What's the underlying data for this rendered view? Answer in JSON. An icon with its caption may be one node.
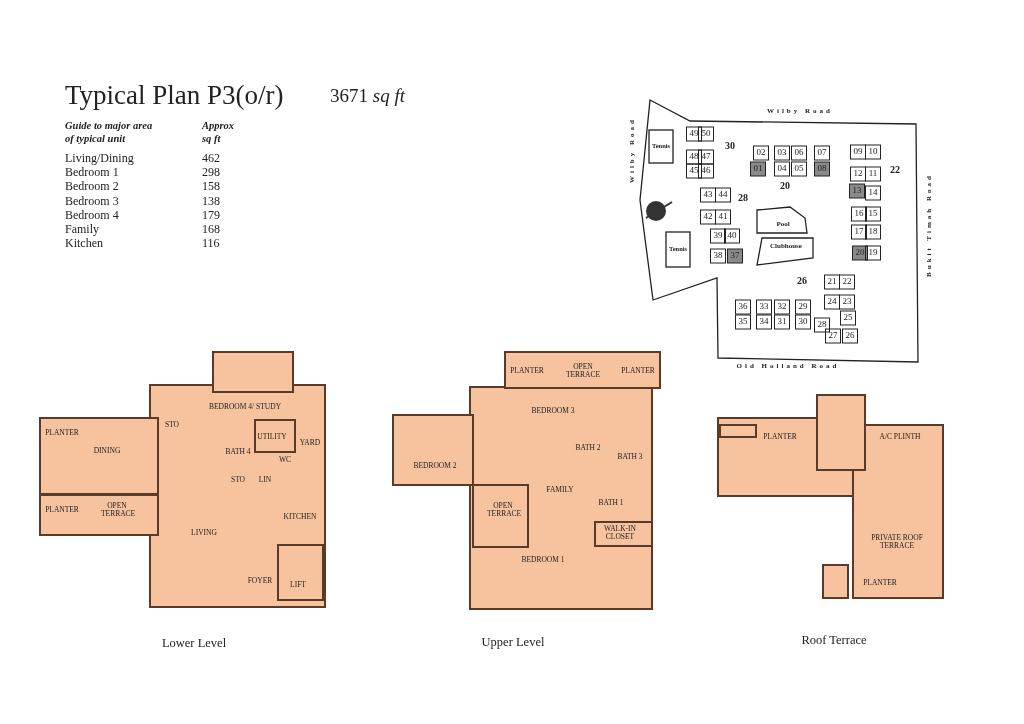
{
  "diagram": {
    "title": "Typical Plan P3(o/r)",
    "labels": [
      "3671 *sq ft*",
      "Guide to major area of typical unit",
      "Approx sq ft",
      "Living/Dining",
      "462",
      "Bedroom 1",
      "298",
      "Bedroom 2",
      "158",
      "Bedroom 3",
      "138",
      "Bedroom 4",
      "179",
      "Family",
      "168",
      "Kitchen",
      "116",
      "Wilby Road",
      "Wilby Road",
      "Bukit Timah Road",
      "49",
      "50",
      "Tennis",
      "30",
      "02",
      "03",
      "06",
      "07",
      "09",
      "10",
      "48",
      "47",
      "45",
      "46",
      "01",
      "04",
      "05",
      "08",
      "12",
      "11",
      "22",
      "43",
      "44",
      "28",
      "20",
      "13",
      "14",
      "42",
      "41",
      "Pool",
      "16",
      "15",
      "39",
      "40",
      "17",
      "18",
      "Tennis",
      "38",
      "37",
      "Clubhouse",
      "20",
      "19",
      "26",
      "21",
      "22",
      "24",
      "23",
      "36",
      "33",
      "32",
      "29",
      "35",
      "34",
      "31",
      "30",
      "28",
      "25",
      "27",
      "26",
      "Old Holland Road",
      "PLANTER",
      "DINING",
      "STO",
      "BEDROOM 4/ STUDY",
      "UTILITY",
      "YARD",
      "BATH 4",
      "WC",
      "STO",
      "LIN",
      "PLANTER",
      "OPEN TERRACE",
      "KITCHEN",
      "LIVING",
      "FOYER",
      "LIFT",
      "PLANTER",
      "OPEN TERRACE",
      "PLANTER",
      "BEDROOM 3",
      "BEDROOM 2",
      "BATH 2",
      "BATH 3",
      "FAMILY",
      "BATH 1",
      "OPEN TERRACE",
      "WALK-IN CLOSET",
      "BEDROOM 1",
      "PLANTER",
      "A/C PLINTH",
      "PRIVATE ROOF TERRACE",
      "PLANTER",
      "Lower Level",
      "Upper Level",
      "Roof Terrace"
    ]
  }
}
